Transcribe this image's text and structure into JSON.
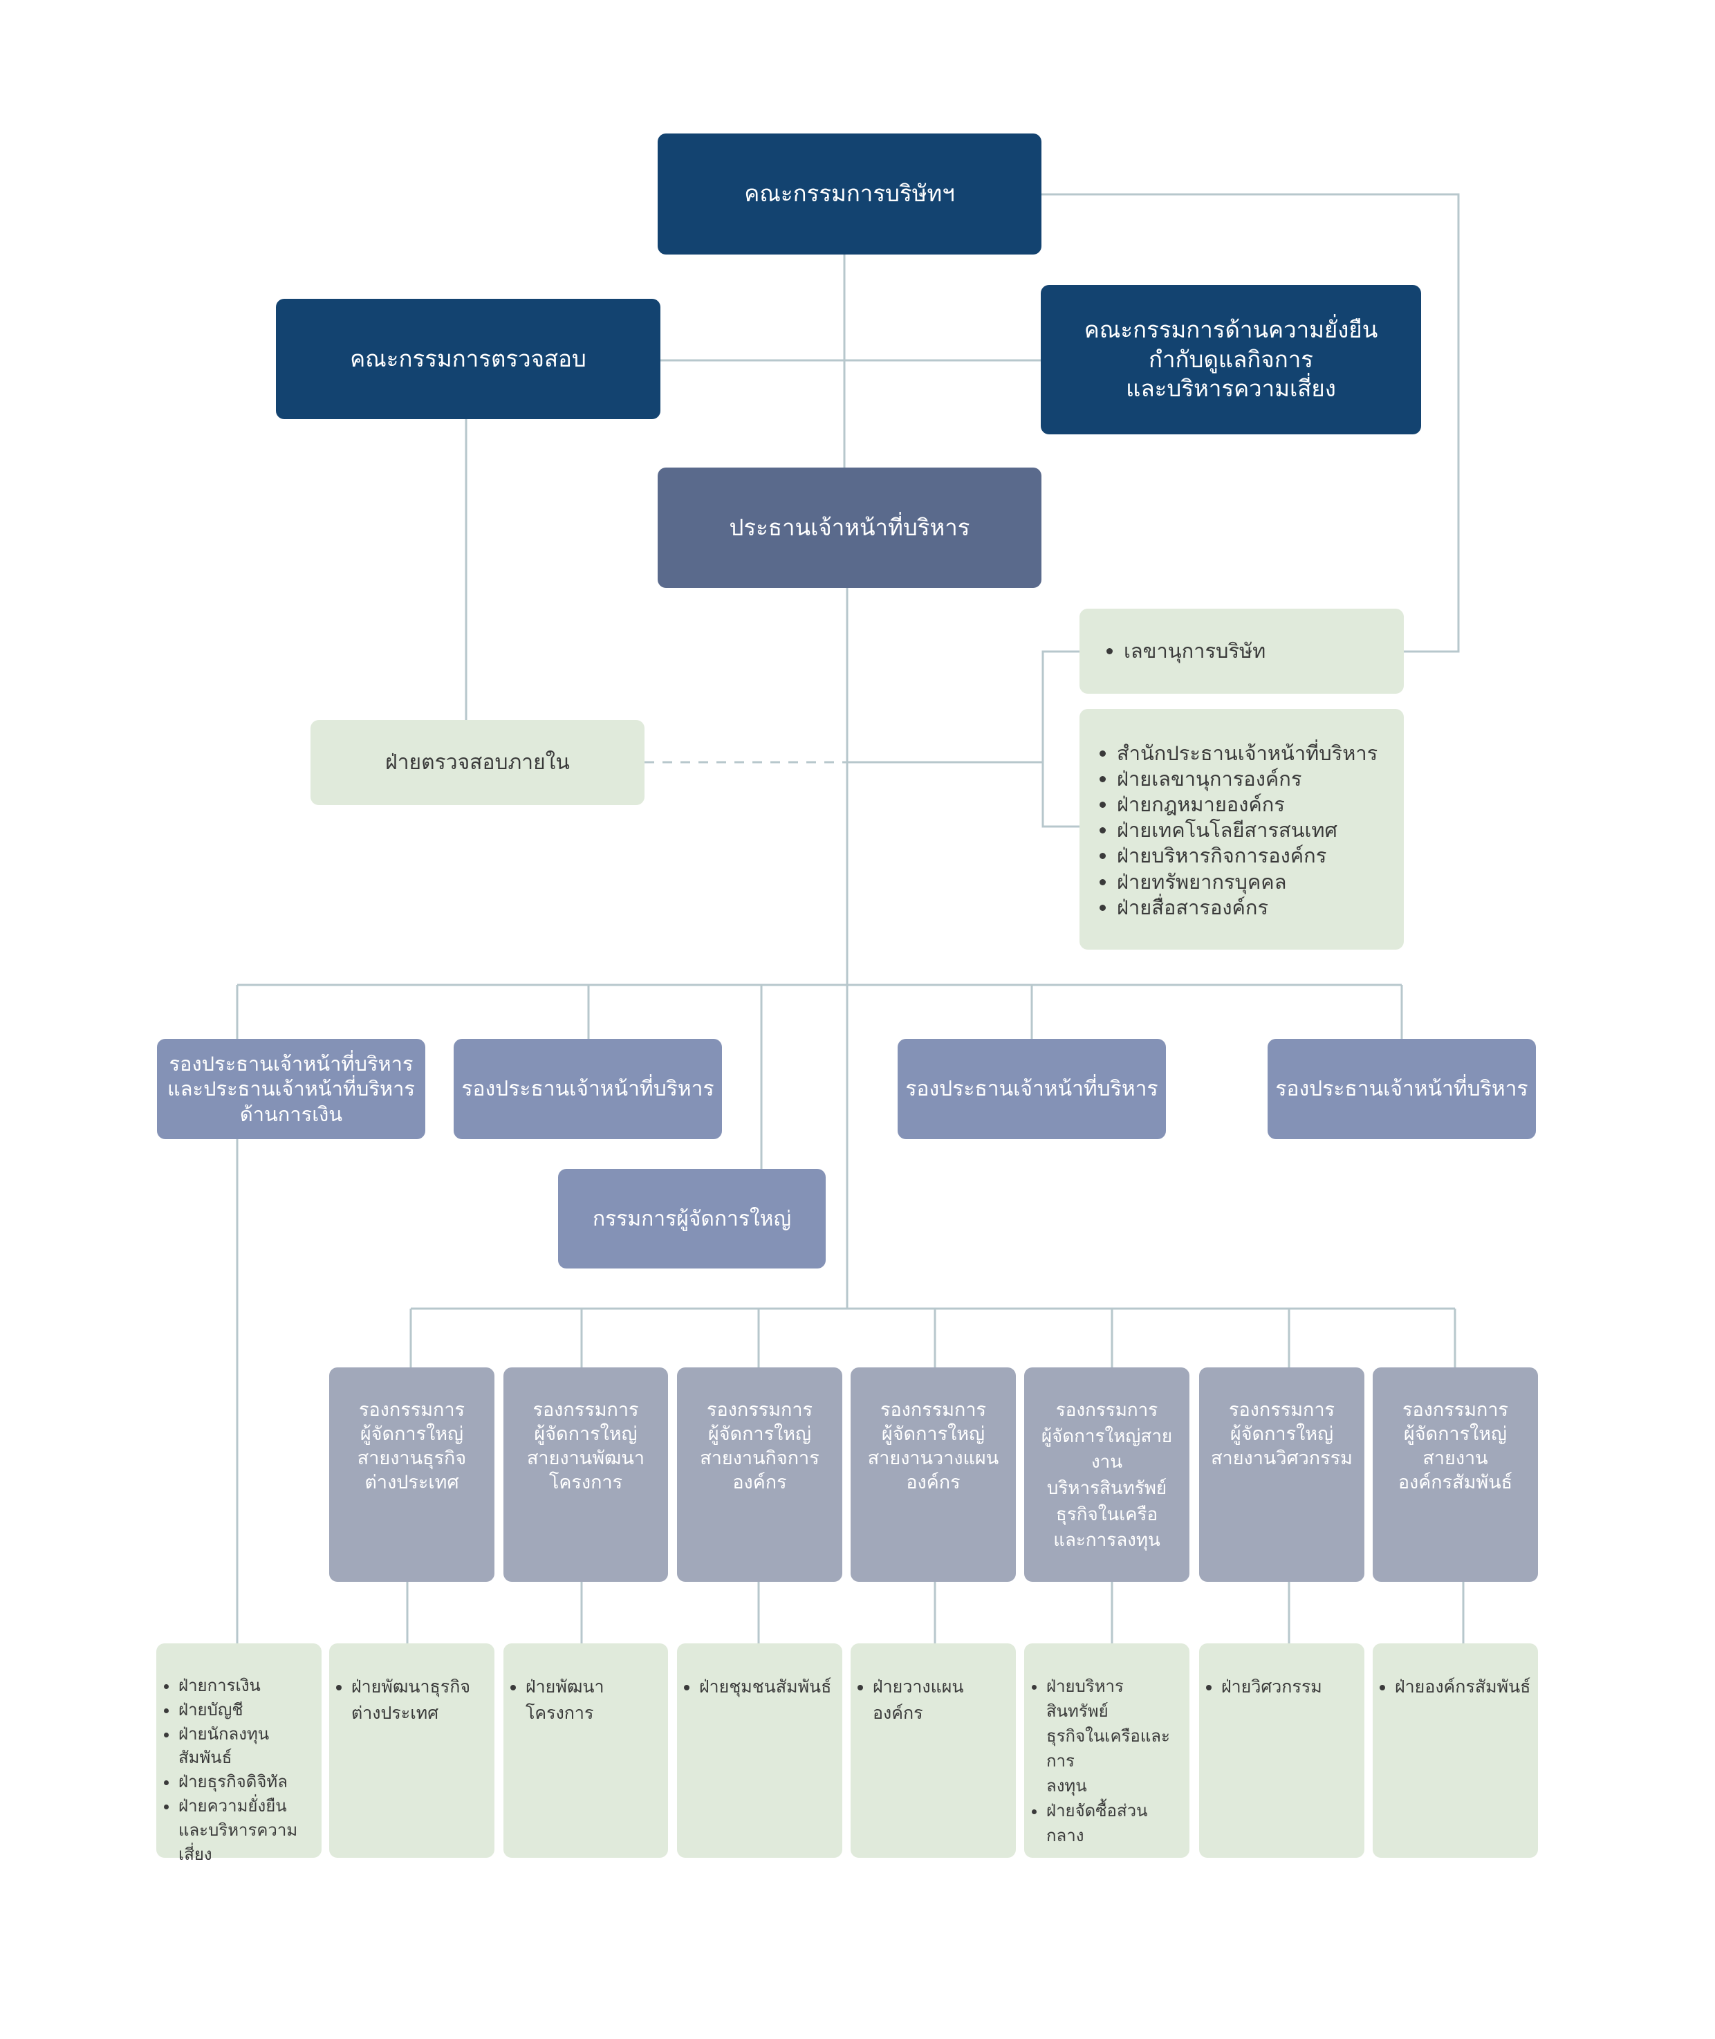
{
  "board": "คณะกรรมการบริษัทฯ",
  "audit_committee": "คณะกรรมการตรวจสอบ",
  "sustainability_committee": "คณะกรรมการด้านความยั่งยืน\nกำกับดูแลกิจการ\nและบริหารความเสี่ยง",
  "ceo": "ประธานเจ้าหน้าที่บริหาร",
  "internal_audit": "ฝ่ายตรวจสอบภายใน",
  "company_secretary": [
    "เลขานุการบริษัท"
  ],
  "ceo_office_units": [
    "สำนักประธานเจ้าหน้าที่บริหาร",
    "ฝ่ายเลขานุการองค์กร",
    "ฝ่ายกฎหมายองค์กร",
    "ฝ่ายเทคโนโลยีสารสนเทศ",
    "ฝ่ายบริหารกิจการองค์กร",
    "ฝ่ายทรัพยากรบุคคล",
    "ฝ่ายสื่อสารองค์กร"
  ],
  "vp_cfo": "รองประธานเจ้าหน้าที่บริหาร\nและประธานเจ้าหน้าที่บริหาร\nด้านการเงิน",
  "vp_labels": [
    "รองประธานเจ้าหน้าที่บริหาร",
    "รองประธานเจ้าหน้าที่บริหาร",
    "รองประธานเจ้าหน้าที่บริหาร"
  ],
  "md": "กรรมการผู้จัดการใหญ่",
  "svps": [
    "รองกรรมการ\nผู้จัดการใหญ่\nสายงานธุรกิจ\nต่างประเทศ",
    "รองกรรมการ\nผู้จัดการใหญ่\nสายงานพัฒนา\nโครงการ",
    "รองกรรมการ\nผู้จัดการใหญ่\nสายงานกิจการ\nองค์กร",
    "รองกรรมการ\nผู้จัดการใหญ่\nสายงานวางแผน\nองค์กร",
    "รองกรรมการ\nผู้จัดการใหญ่สายงาน\nบริหารสินทรัพย์\nธุรกิจในเครือ\nและการลงทุน",
    "รองกรรมการ\nผู้จัดการใหญ่\nสายงานวิศวกรรม",
    "รองกรรมการ\nผู้จัดการใหญ่\nสายงาน\nองค์กรสัมพันธ์"
  ],
  "finance_units": [
    "ฝ่ายการเงิน",
    "ฝ่ายบัญชี",
    "ฝ่ายนักลงทุนสัมพันธ์",
    "ฝ่ายธุรกิจดิจิทัล",
    "ฝ่ายความยั่งยืน\nและบริหารความเสี่ยง"
  ],
  "bottom_units": [
    [
      "ฝ่ายพัฒนาธุรกิจ\nต่างประเทศ"
    ],
    [
      "ฝ่ายพัฒนา\nโครงการ"
    ],
    [
      "ฝ่ายชุมชนสัมพันธ์"
    ],
    [
      "ฝ่ายวางแผนองค์กร"
    ],
    [
      "ฝ่ายบริหารสินทรัพย์\nธุรกิจในเครือและการ\nลงทุน",
      "ฝ่ายจัดซื้อส่วนกลาง"
    ],
    [
      "ฝ่ายวิศวกรรม"
    ],
    [
      "ฝ่ายองค์กรสัมพันธ์"
    ]
  ],
  "colors": {
    "board_fill": "#134370",
    "ceo_fill": "#5a6a8c",
    "vp_fill": "#8492b6",
    "svp_fill": "#a1a8ba",
    "unit_fill": "#e0eadb",
    "connector": "#b7c7cc"
  }
}
